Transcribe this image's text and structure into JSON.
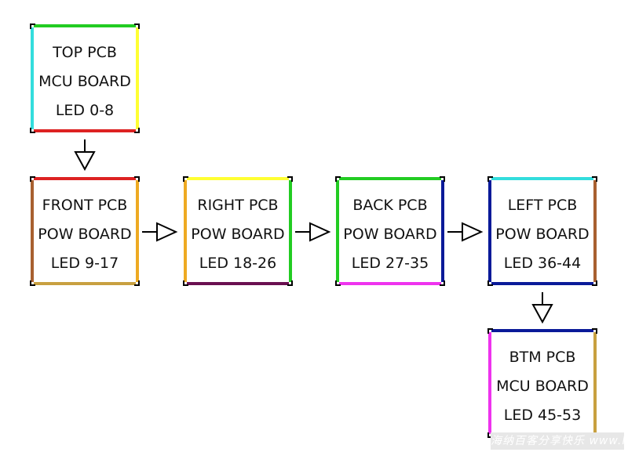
{
  "boards": [
    {
      "id": "top",
      "lines": [
        "TOP PCB",
        "MCU BOARD",
        "LED 0-8"
      ],
      "colors": {
        "top": "#22cc22",
        "right": "#ffff33",
        "bottom": "#dd2222",
        "left": "#33dddd"
      }
    },
    {
      "id": "front",
      "lines": [
        "FRONT PCB",
        "POW BOARD",
        "LED 9-17"
      ],
      "colors": {
        "top": "#dd2222",
        "right": "#eeaa22",
        "bottom": "#c8a040",
        "left": "#a86030"
      }
    },
    {
      "id": "right",
      "lines": [
        "RIGHT PCB",
        "POW BOARD",
        "LED 18-26"
      ],
      "colors": {
        "top": "#ffff33",
        "right": "#22cc22",
        "bottom": "#6a1050",
        "left": "#eeaa22"
      }
    },
    {
      "id": "back",
      "lines": [
        "BACK PCB",
        "POW BOARD",
        "LED 27-35"
      ],
      "colors": {
        "top": "#22cc22",
        "right": "#0a1a99",
        "bottom": "#ee33ee",
        "left": "#22cc22"
      }
    },
    {
      "id": "left",
      "lines": [
        "LEFT PCB",
        "POW BOARD",
        "LED 36-44"
      ],
      "colors": {
        "top": "#33dddd",
        "right": "#a86030",
        "bottom": "#0a1a99",
        "left": "#0a1a99"
      }
    },
    {
      "id": "btm",
      "lines": [
        "BTM PCB",
        "MCU BOARD",
        "LED 45-53"
      ],
      "colors": {
        "top": "#0a1a99",
        "right": "#c8a040",
        "bottom": "#6a1050",
        "left": "#ee33ee"
      }
    }
  ],
  "connections": [
    {
      "from": "top",
      "to": "front"
    },
    {
      "from": "front",
      "to": "right"
    },
    {
      "from": "right",
      "to": "back"
    },
    {
      "from": "back",
      "to": "left"
    },
    {
      "from": "left",
      "to": "btm"
    }
  ],
  "watermark": "海纳百客分享快乐 www.hainabaike.com"
}
